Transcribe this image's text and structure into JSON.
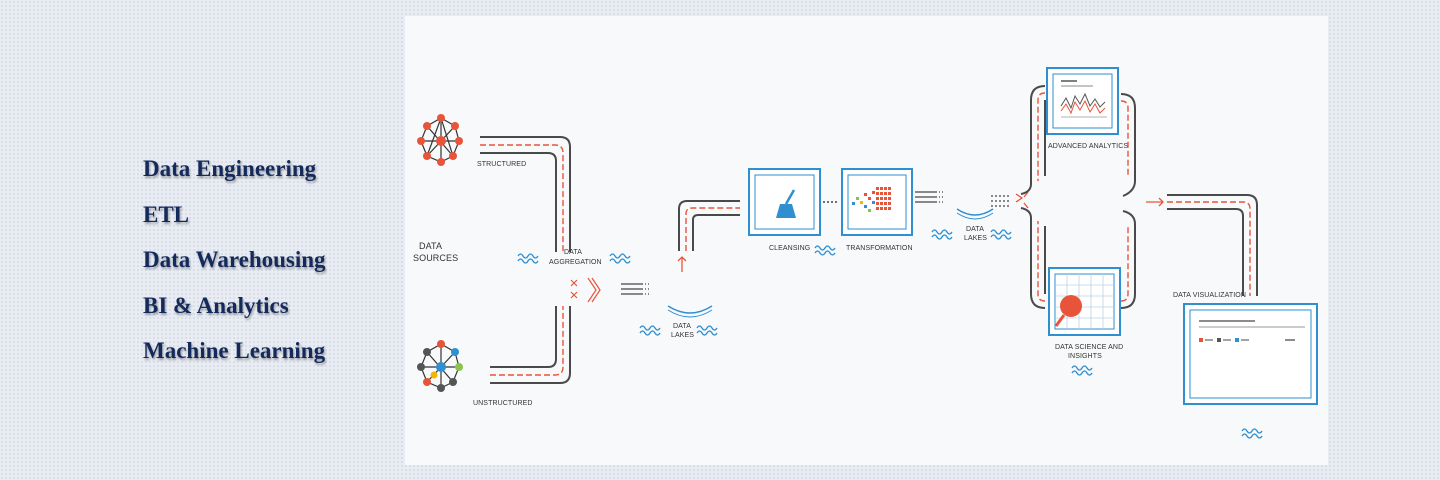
{
  "services": [
    "Data Engineering",
    "ETL",
    "Data Warehousing",
    "BI & Analytics",
    "Machine Learning"
  ],
  "diagram": {
    "structured": "STRUCTURED",
    "unstructured": "UNSTRUCTURED",
    "data_sources": [
      "DATA",
      "SOURCES"
    ],
    "data_aggregation": [
      "DATA",
      "AGGREGATION"
    ],
    "data_lakes_1": [
      "DATA",
      "LAKES"
    ],
    "cleansing": "CLEANSING",
    "transformation": "TRANSFORMATION",
    "data_lakes_2": [
      "DATA",
      "LAKES"
    ],
    "advanced_analytics": "ADVANCED ANALYTICS",
    "data_science": [
      "DATA SCIENCE AND",
      "INSIGHTS"
    ],
    "data_visualization": "DATA VISUALIZATION"
  },
  "colors": {
    "accent_orange": "#e8543a",
    "pipe_dark": "#4a4a4a",
    "frame_blue": "#2f8fd0",
    "wave_blue": "#2f8fd0",
    "title_navy": "#142a5c"
  }
}
